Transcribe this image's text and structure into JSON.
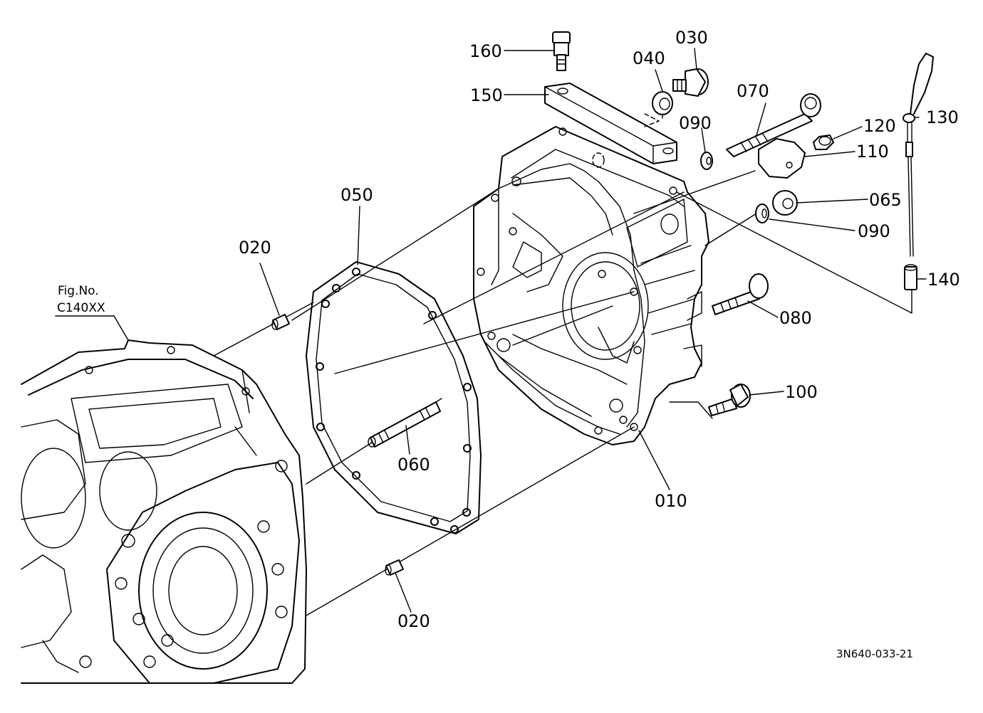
{
  "labels": {
    "p010": "010",
    "p020_top": "020",
    "p020_bottom": "020",
    "p030": "030",
    "p040": "040",
    "p050": "050",
    "p060": "060",
    "p065": "065",
    "p070": "070",
    "p080": "080",
    "p090_top": "090",
    "p090_right": "090",
    "p100": "100",
    "p110": "110",
    "p120": "120",
    "p130": "130",
    "p140": "140",
    "p150": "150",
    "p160": "160"
  },
  "figure_ref": {
    "title": "Fig.No.",
    "code": "C140XX"
  },
  "drawing_code": "3N640-033-21"
}
